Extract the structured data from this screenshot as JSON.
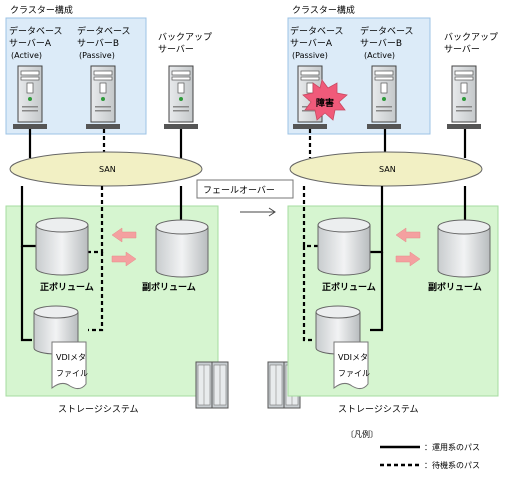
{
  "legend": {
    "title": "〔凡例〕",
    "active_path": "：運用系のパス",
    "standby_path": "：待機系のパス"
  },
  "transition_label": "フェールオーバー",
  "states": [
    {
      "cluster_label": "クラスター構成",
      "server_a": {
        "line1": "データベース",
        "line2": "サーバーA",
        "role": "(Active)"
      },
      "server_b": {
        "line1": "データベース",
        "line2": "サーバーB",
        "role": "(Passive)"
      },
      "backup_server": {
        "line1": "バックアップ",
        "line2": "サーバー"
      },
      "san_label": "SAN",
      "primary_volume": "正ボリューム",
      "secondary_volume": "副ボリューム",
      "vdi_file": {
        "line1": "VDIメタ",
        "line2": "ファイル"
      },
      "storage_label": "ストレージシステム"
    },
    {
      "cluster_label": "クラスター構成",
      "server_a": {
        "line1": "データベース",
        "line2": "サーバーA",
        "role": "(Passive)"
      },
      "server_b": {
        "line1": "データベース",
        "line2": "サーバーB",
        "role": "(Active)"
      },
      "backup_server": {
        "line1": "バックアップ",
        "line2": "サーバー"
      },
      "failure_label": "障害",
      "san_label": "SAN",
      "primary_volume": "正ボリューム",
      "secondary_volume": "副ボリューム",
      "vdi_file": {
        "line1": "VDIメタ",
        "line2": "ファイル"
      },
      "storage_label": "ストレージシステム"
    }
  ],
  "colors": {
    "cluster_fill": "#dcebf8",
    "cluster_border": "#9cc3e6",
    "storage_fill": "#d6f5d0",
    "storage_border": "#a6dca0",
    "san_fill": "#f2f0c4",
    "arrow_fill": "#f4a0a0",
    "failure_fill": "#f05a7a"
  }
}
